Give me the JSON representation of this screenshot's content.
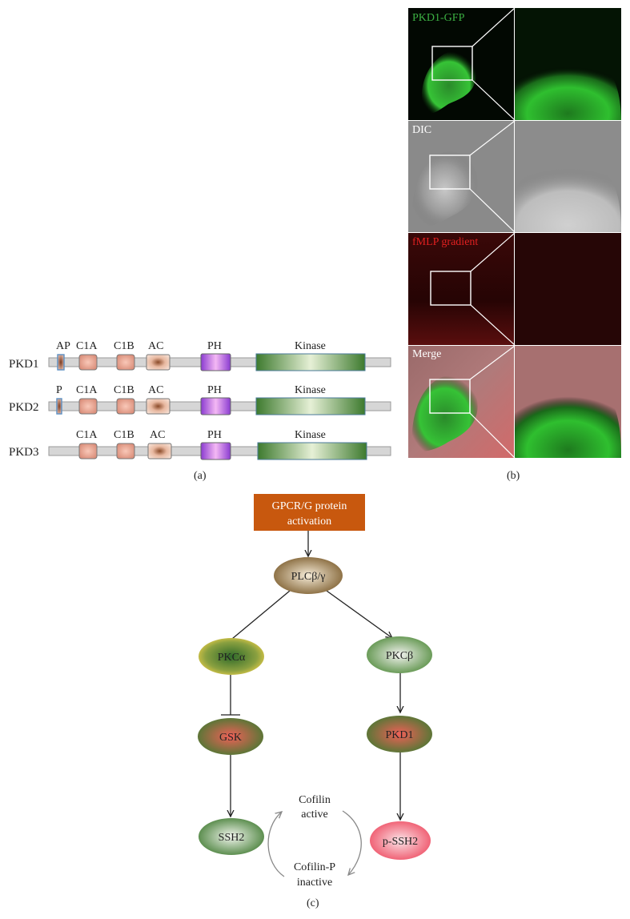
{
  "panel_a": {
    "caption": "(a)",
    "proteins": [
      {
        "name": "PKD1",
        "labels": [
          "AP",
          "C1A",
          "C1B",
          "AC",
          "PH",
          "Kinase"
        ]
      },
      {
        "name": "PKD2",
        "labels": [
          "P",
          "C1A",
          "C1B",
          "AC",
          "PH",
          "Kinase"
        ]
      },
      {
        "name": "PKD3",
        "labels": [
          "C1A",
          "C1B",
          "AC",
          "PH",
          "Kinase"
        ]
      }
    ]
  },
  "panel_b": {
    "caption": "(b)",
    "rows": [
      {
        "label": "PKD1-GFP",
        "label_color": "#3cb043"
      },
      {
        "label": "DIC",
        "label_color": "#ffffff"
      },
      {
        "label": "fMLP gradient",
        "label_color": "#e02020"
      },
      {
        "label": "Merge",
        "label_color": "#ffffff"
      }
    ]
  },
  "panel_c": {
    "caption": "(c)",
    "top_box": {
      "line1": "GPCR/G protein",
      "line2": "activation",
      "color": "#c8580e"
    },
    "nodes": {
      "plc": "PLCβ/γ",
      "pkc_alpha": "PKCα",
      "pkc_beta": "PKCβ",
      "gsk": "GSK",
      "pkd1": "PKD1",
      "ssh2": "SSH2",
      "p_ssh2": "p-SSH2"
    },
    "cofilin": {
      "active_name": "Cofilin",
      "active_state": "active",
      "inactive_name": "Cofilin-P",
      "inactive_state": "inactive",
      "active_color": "#2e7d1e",
      "inactive_color": "#e0201c"
    }
  }
}
